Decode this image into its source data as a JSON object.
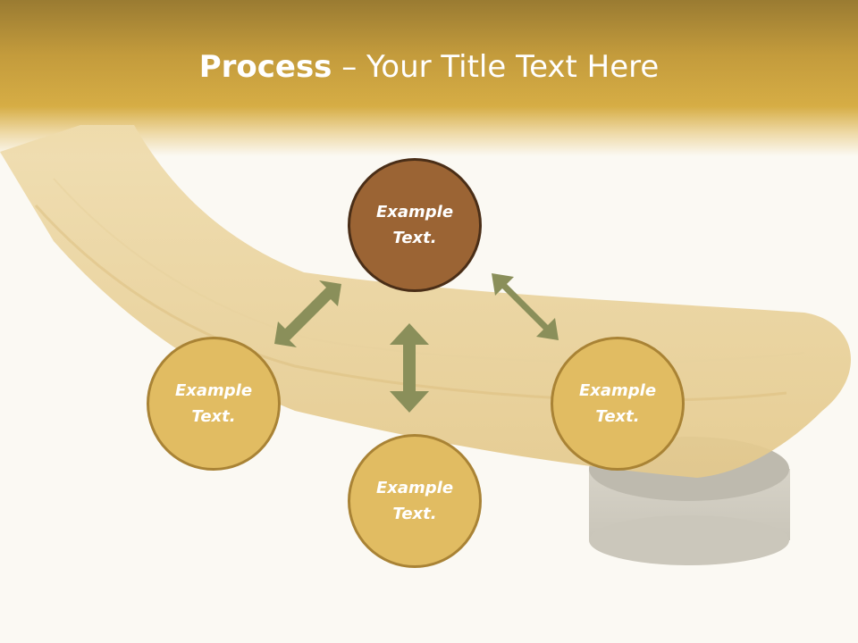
{
  "title": {
    "bold": "Process",
    "rest": " – Your Title Text Here"
  },
  "nodes": {
    "top": "Example Text.",
    "left": "Example Text.",
    "right": "Example Text.",
    "bottom": "Example Text."
  },
  "colors": {
    "header": "#d6ad45",
    "main_node": "#9b6434",
    "sub_node": "#e1bc62",
    "arrow": "#8a8f5a"
  }
}
